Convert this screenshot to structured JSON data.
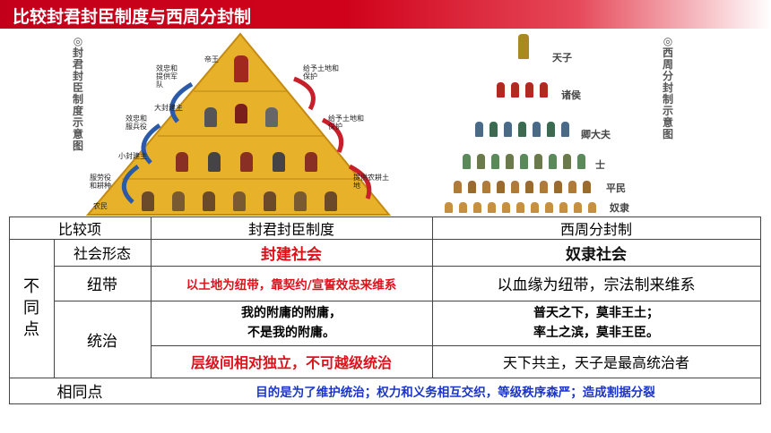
{
  "title": "比较封君封臣制度与西周分封制",
  "left_caption": "◎封君封臣制度示意图",
  "right_caption": "◎西周分封制示意图",
  "feudal_diagram": {
    "levels": [
      "帝王",
      "大封建主",
      "小封建主",
      "农民"
    ],
    "up_arrows": [
      "效忠和提供军队",
      "效忠和服兵役",
      "服劳役和耕种"
    ],
    "down_arrows": [
      "给予土地和保护",
      "给予土地和保护",
      "提供农耕土地"
    ]
  },
  "zhou_diagram": {
    "levels": [
      "天子",
      "诸侯",
      "卿大夫",
      "士",
      "平民",
      "奴隶"
    ]
  },
  "table": {
    "header": {
      "item": "比较项",
      "col1": "封君封臣制度",
      "col2": "西周分封制"
    },
    "diff_label": "不同点",
    "rows": [
      {
        "label": "社会形态",
        "col1": "封建社会",
        "col2": "奴隶社会"
      },
      {
        "label": "纽带",
        "col1": "以土地为纽带，靠契约/宣誓效忠来维系",
        "col2": "以血缘为纽带，宗法制来维系"
      },
      {
        "label": "统治",
        "col1_quote_1": "我的附庸的附庸，",
        "col1_quote_2": "不是我的附庸。",
        "col2_quote_1": "普天之下，莫非王土；",
        "col2_quote_2": "率土之滨，莫非王臣。",
        "col1_note": "层级间相对独立，不可越级统治",
        "col2_note": "天下共主，天子是最高统治者"
      }
    ],
    "same_label": "相同点",
    "same_text": "目的是为了维护统治；权力和义务相互交织，等级秩序森严；造成割据分裂"
  },
  "colors": {
    "title_bar": "#d0021b",
    "emphasis_red": "#e0101b",
    "emphasis_blue": "#1a35c8"
  }
}
